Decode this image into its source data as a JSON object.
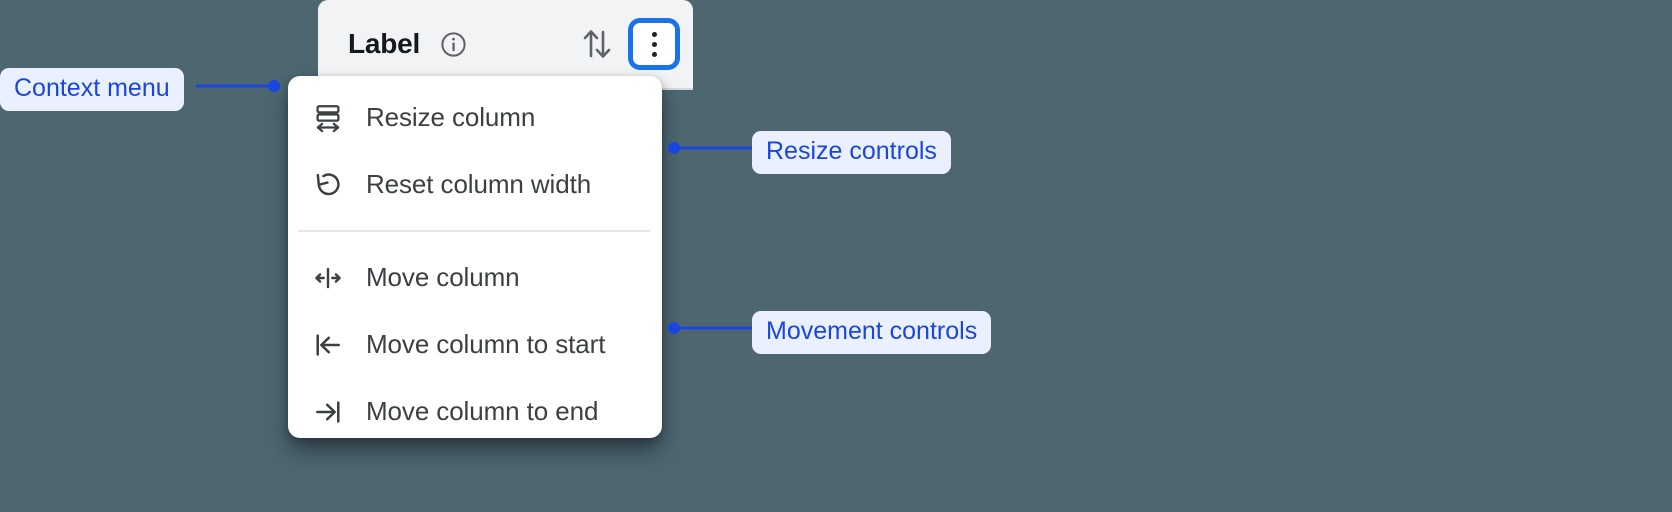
{
  "background_color": "#4d6670",
  "accent_color": "#1a73e8",
  "annotation_color": "#1a46e0",
  "annotation_chip_bg": "#eaf0fd",
  "header": {
    "title": "Label",
    "info_icon": "info-circle-icon",
    "sort_icon": "sort-up-down-icon",
    "kebab_icon": "more-vertical-icon",
    "kebab_focused": true
  },
  "context_menu": {
    "groups": [
      {
        "name": "resize",
        "items": [
          {
            "label": "Resize column",
            "icon": "resize-column-icon"
          },
          {
            "label": "Reset column width",
            "icon": "reset-rotate-ccw-icon"
          }
        ]
      },
      {
        "name": "movement",
        "items": [
          {
            "label": "Move column",
            "icon": "move-horizontal-icon"
          },
          {
            "label": "Move column to start",
            "icon": "move-to-start-icon"
          },
          {
            "label": "Move column to end",
            "icon": "move-to-end-icon"
          }
        ]
      }
    ]
  },
  "annotations": [
    {
      "label": "Context menu"
    },
    {
      "label": "Resize controls"
    },
    {
      "label": "Movement controls"
    }
  ]
}
